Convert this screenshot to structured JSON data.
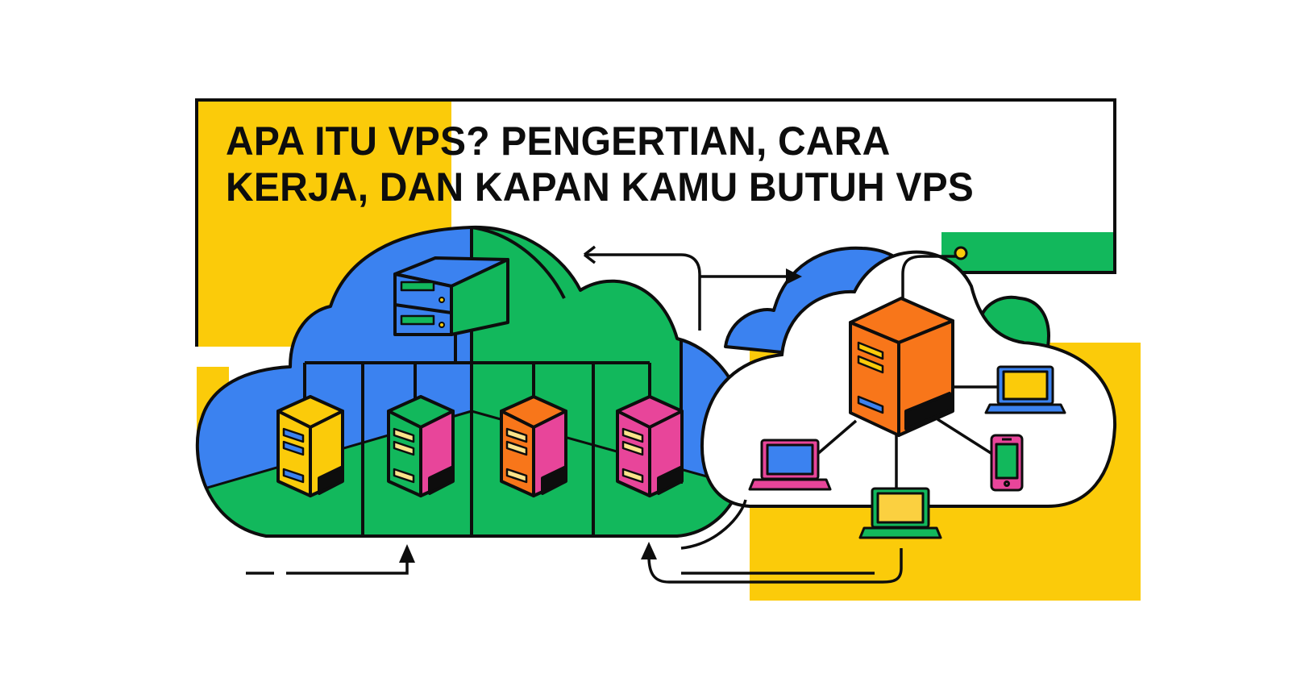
{
  "title": {
    "line1": "APA ITU VPS? PENGERTIAN, CARA",
    "line2": "KERJA, DAN KAPAN KAMU BUTUH VPS"
  },
  "colors": {
    "yellow": "#FBCB0A",
    "blue": "#3B82F0",
    "green": "#12B85C",
    "orange": "#F8761A",
    "pink": "#E8459A",
    "outline": "#0D0D0D",
    "background": "#FFFFFF"
  },
  "illustration": {
    "left_cloud": {
      "label": "shared-hosting-cloud",
      "main_server": "rack-server",
      "servers": [
        "yellow-server",
        "green-pink-server",
        "orange-pink-server",
        "pink-server"
      ]
    },
    "right_cloud": {
      "label": "vps-cloud",
      "main_server": "orange-server",
      "devices": [
        "pink-laptop",
        "green-laptop",
        "blue-laptop",
        "pink-phone"
      ]
    }
  }
}
